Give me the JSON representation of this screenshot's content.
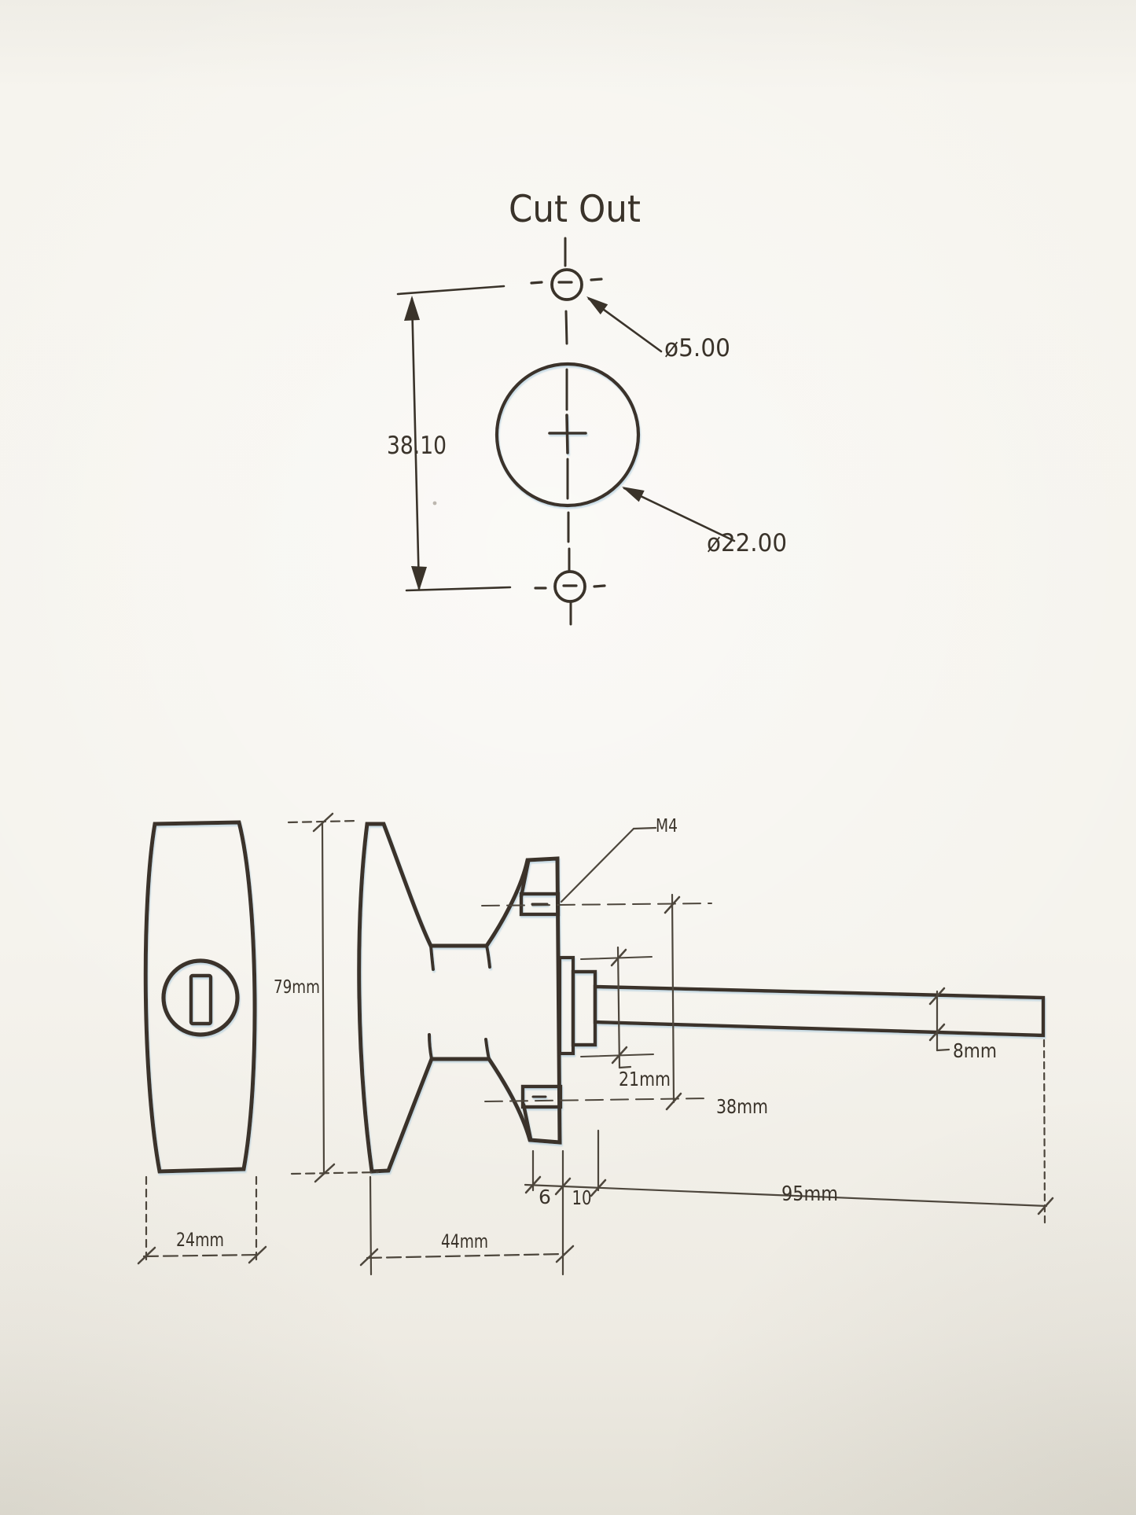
{
  "colors": {
    "paper": "#f5f3ed",
    "ink": "#3a332a",
    "dim_line": "#4d463c",
    "scan_fringe": "#9cc2d8"
  },
  "cutout_view": {
    "title": "Cut Out",
    "hole_spacing": "38.10",
    "small_hole_diameter": "ø5.00",
    "large_hole_diameter": "ø22.00"
  },
  "handle_views": {
    "handle_height": "79mm",
    "handle_width": "24mm",
    "handle_depth": "44mm",
    "flange_step_depth": "6",
    "flange_depth": "10",
    "spindle_length": "95mm",
    "boss_diameter": "21mm",
    "screw_hole_spacing": "38mm",
    "spindle_diameter": "8mm",
    "screw_thread": "M4"
  }
}
